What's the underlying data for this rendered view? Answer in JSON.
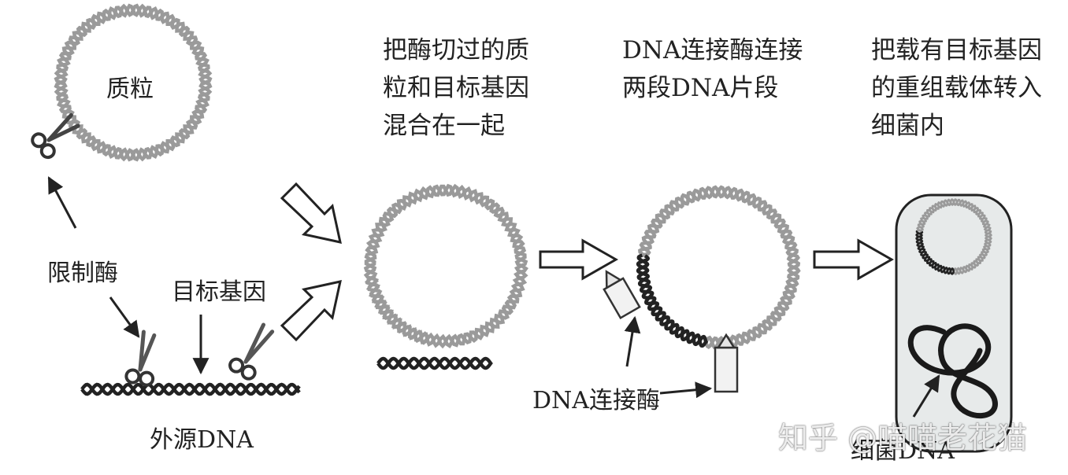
{
  "labels": {
    "plasmid": "质粒",
    "restriction_enzyme": "限制酶",
    "target_gene": "目标基因",
    "foreign_dna": "外源DNA",
    "ligase": "DNA连接酶",
    "bacterial_dna": "细菌DNA"
  },
  "steps": {
    "mix": "把酶切过的质粒和目标基因混合在一起",
    "ligate": "DNA连接酶连接两段DNA片段",
    "transform": "把载有目标基因的重组载体转入细菌内"
  },
  "watermark": {
    "text": "知乎 @喵喵老花猫"
  },
  "colors": {
    "plasmid_strand": "#9a9a9a",
    "foreign_strand": "#222222",
    "cell_fill": "#e7eaea",
    "arrow_outline": "#222222"
  },
  "icons": {
    "cutter": "scissors-icon",
    "ligase": "tube-icon",
    "flow": "hollow-arrow-icon"
  }
}
